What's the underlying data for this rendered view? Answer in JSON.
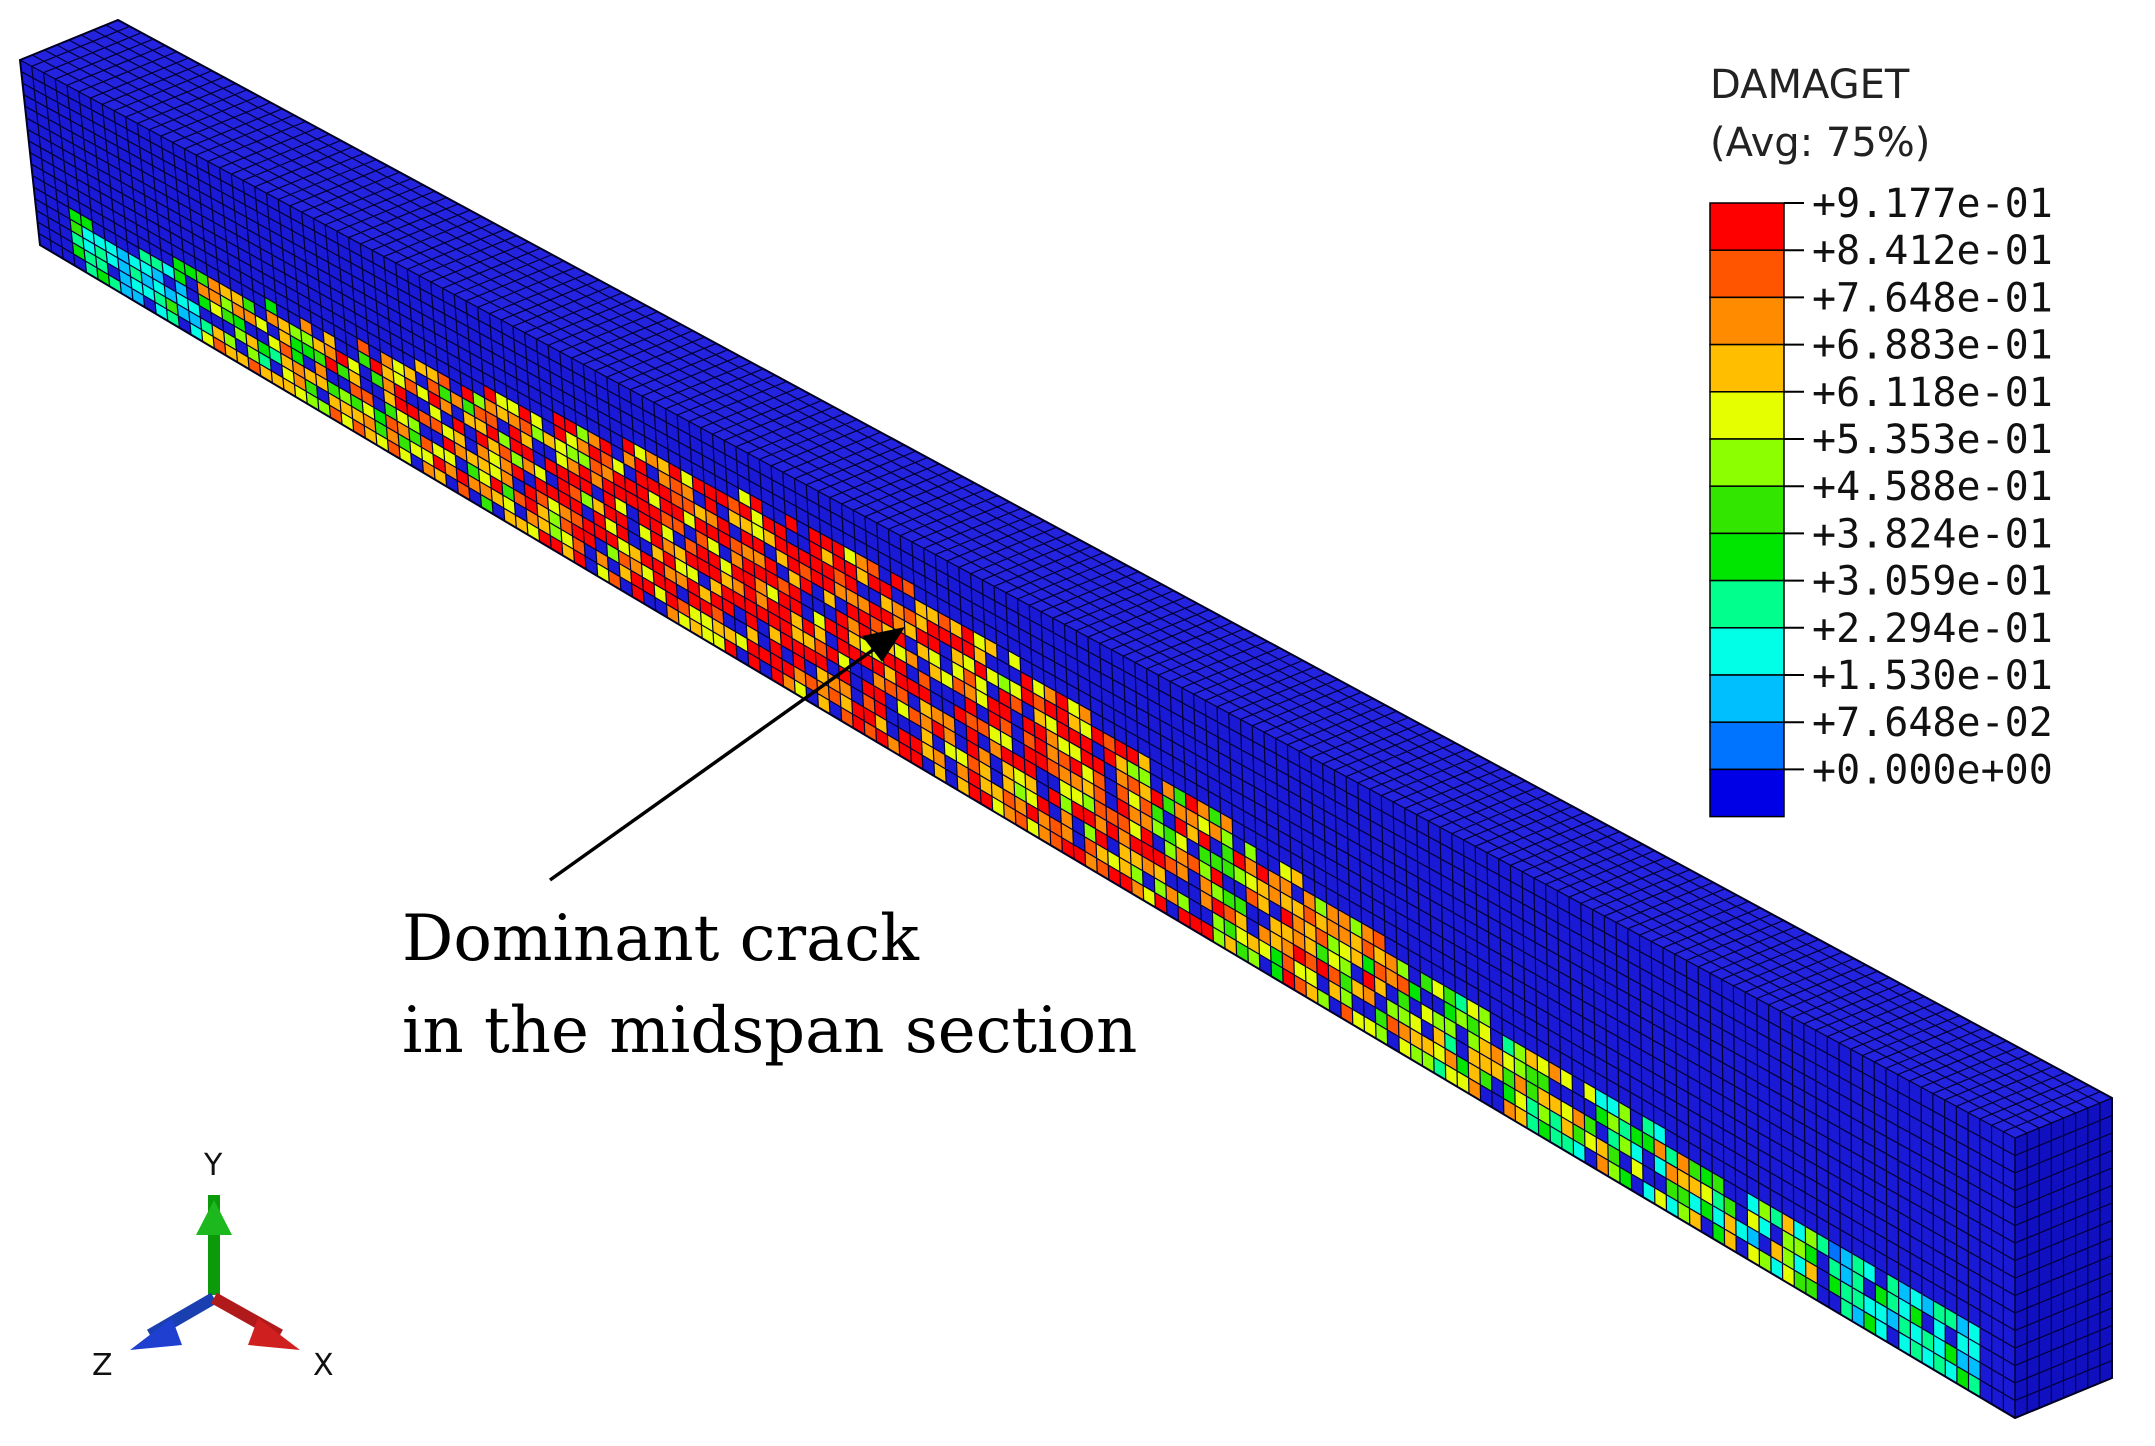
{
  "legend": {
    "title": "DAMAGET",
    "subtitle": "(Avg: 75%)",
    "labels": [
      "+9.177e-01",
      "+8.412e-01",
      "+7.648e-01",
      "+6.883e-01",
      "+6.118e-01",
      "+5.353e-01",
      "+4.588e-01",
      "+3.824e-01",
      "+3.059e-01",
      "+2.294e-01",
      "+1.530e-01",
      "+7.648e-02",
      "+0.000e+00"
    ],
    "colors": [
      "#ff0000",
      "#ff5500",
      "#ff8c00",
      "#ffbf00",
      "#e6ff00",
      "#8cff00",
      "#33e600",
      "#00e600",
      "#00ff8c",
      "#00ffe6",
      "#00bfff",
      "#0073ff",
      "#0000e6"
    ]
  },
  "annotation": {
    "line1": "Dominant crack",
    "line2": "in the midspan section"
  },
  "triad": {
    "y": "Y",
    "z": "Z",
    "x": "X"
  },
  "colors": {
    "beam_base": "#1a1ad6",
    "beam_top": "#2424e0",
    "beam_end": "#1010c0",
    "mesh": "#000033"
  }
}
